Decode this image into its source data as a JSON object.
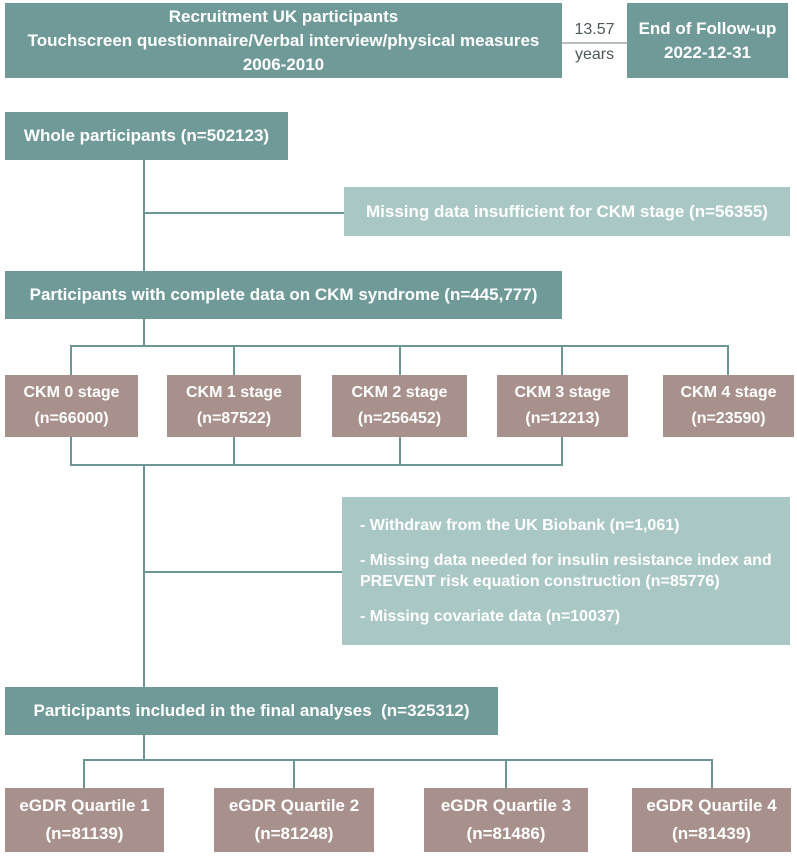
{
  "palette": {
    "dark_teal": "#6F9A98",
    "light_teal": "#A9C8C5",
    "mauve": "#A8918C",
    "line": "#6B9693",
    "duration_line": "#B7BDBD",
    "gray_text": "#4D575A"
  },
  "header": {
    "recruitment": {
      "line1": "Recruitment UK participants",
      "line2": "Touchscreen questionnaire/Verbal interview/physical measures",
      "line3": "2006-2010"
    },
    "duration": {
      "value": "13.57",
      "unit": "years"
    },
    "followup": {
      "line1": "End of Follow-up",
      "line2": "2022-12-31"
    }
  },
  "flow": {
    "whole": "Whole participants (n=502123)",
    "missing_ckm": "Missing data insufficient for CKM stage (n=56355)",
    "complete": "Participants with complete data on CKM syndrome (n=445,777)",
    "ckm_stages": [
      {
        "line1": "CKM 0 stage",
        "line2": "(n=66000)"
      },
      {
        "line1": "CKM 1 stage",
        "line2": "(n=87522)"
      },
      {
        "line1": "CKM 2 stage",
        "line2": "(n=256452)"
      },
      {
        "line1": "CKM 3 stage",
        "line2": "(n=12213)"
      },
      {
        "line1": "CKM 4 stage",
        "line2": "(n=23590)"
      }
    ],
    "exclusions": [
      "- Withdraw from the UK Biobank (n=1,061)",
      "- Missing data needed for insulin resistance index and PREVENT risk equation construction (n=85776)",
      "- Missing covariate data (n=10037)"
    ],
    "final": "Participants included in the final analyses  (n=325312)",
    "quartiles": [
      {
        "line1": "eGDR Quartile 1",
        "line2": "(n=81139)"
      },
      {
        "line1": "eGDR Quartile 2",
        "line2": "(n=81248)"
      },
      {
        "line1": "eGDR Quartile 3",
        "line2": "(n=81486)"
      },
      {
        "line1": "eGDR Quartile 4",
        "line2": "(n=81439)"
      }
    ]
  }
}
